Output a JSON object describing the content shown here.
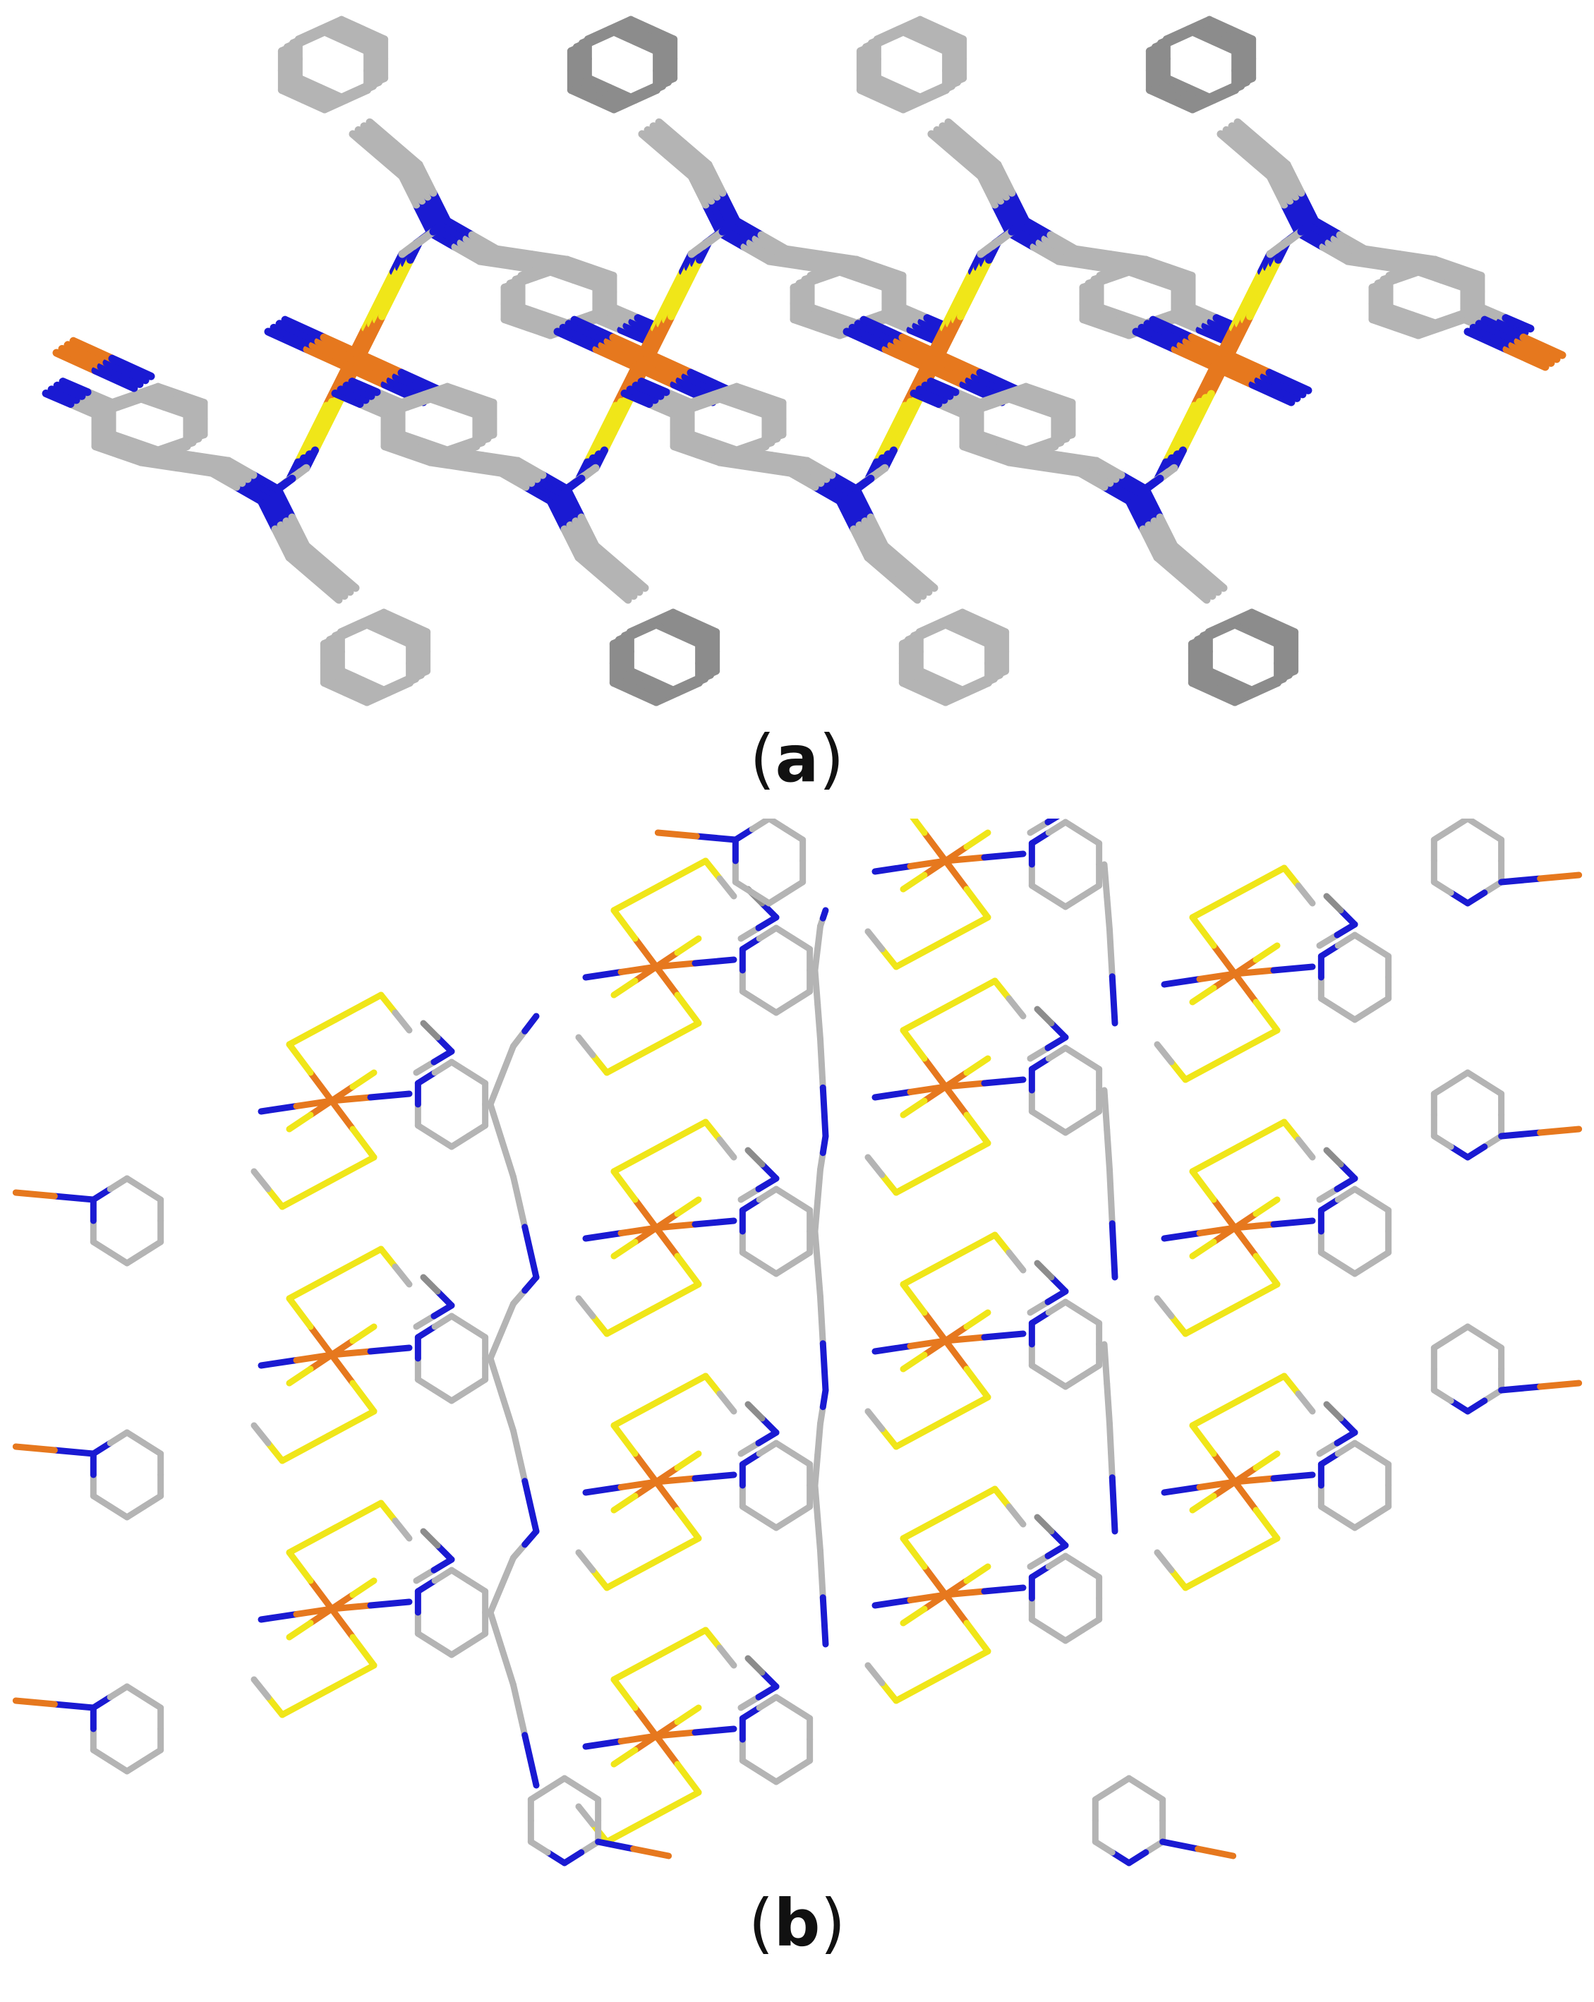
{
  "figure": {
    "panels": [
      {
        "id": "a",
        "label": "a"
      },
      {
        "id": "b",
        "label": "b"
      }
    ],
    "atom_colors": {
      "carbon": "#b4b4b4",
      "carbon_dark": "#8c8c8c",
      "nitrogen": "#1a1ad2",
      "sulfur": "#f0e619",
      "metal": "#e6781e"
    },
    "punctuation": {
      "open": "(",
      "close": ")"
    }
  }
}
